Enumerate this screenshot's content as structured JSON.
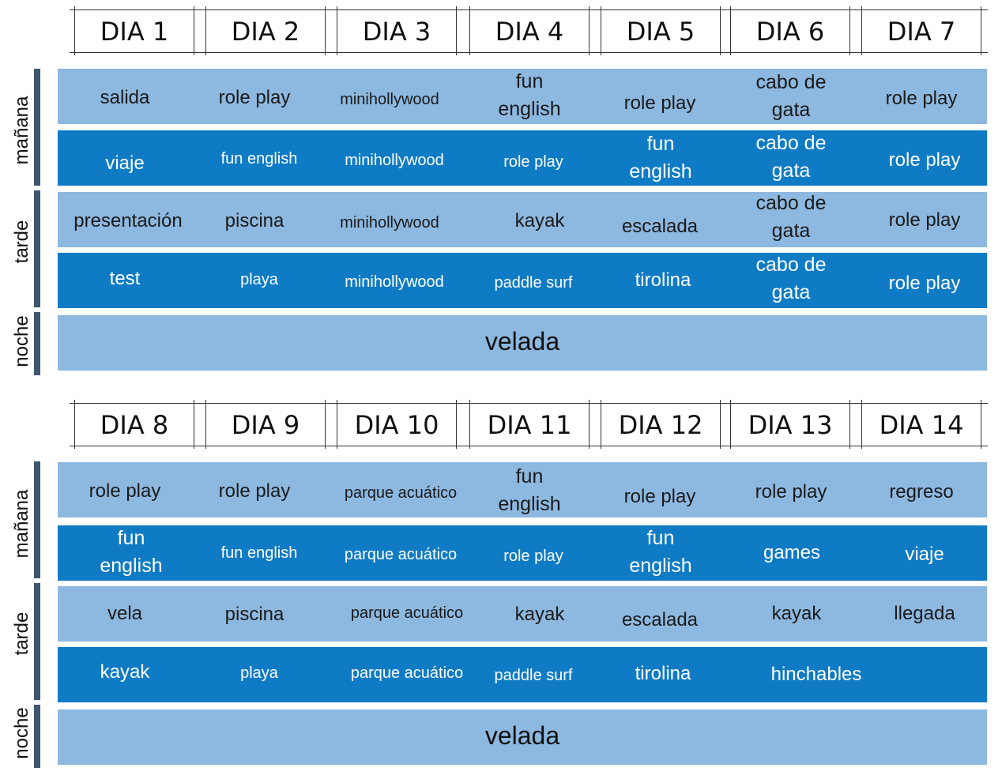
{
  "periods": {
    "morning": "mañana",
    "afternoon": "tarde",
    "night": "noche"
  },
  "weeks": [
    {
      "days": [
        "DIA 1",
        "DIA 2",
        "DIA 3",
        "DIA 4",
        "DIA 5",
        "DIA 6",
        "DIA 7"
      ],
      "rows": [
        [
          "salida",
          "role play",
          "minihollywood",
          "fun\nenglish",
          "role play",
          "cabo de\ngata",
          "role play"
        ],
        [
          "viaje",
          "fun english",
          "minihollywood",
          "role play",
          "fun\nenglish",
          "cabo de\ngata",
          "role play"
        ],
        [
          "presentación",
          "piscina",
          "minihollywood",
          "kayak",
          "escalada",
          "cabo de\ngata",
          "role play"
        ],
        [
          "test",
          "playa",
          "minihollywood",
          "paddle surf",
          "tirolina",
          "cabo de\ngata",
          "role play"
        ]
      ],
      "night": "velada"
    },
    {
      "days": [
        "DIA 8",
        "DIA 9",
        "DIA 10",
        "DIA 11",
        "DIA 12",
        "DIA 13",
        "DIA 14"
      ],
      "rows": [
        [
          "role play",
          "role play",
          "parque acuático",
          "fun\nenglish",
          "role play",
          "role play",
          "regreso"
        ],
        [
          "fun\nenglish",
          "fun english",
          "parque acuático",
          "role play",
          "fun\nenglish",
          "games",
          "viaje"
        ],
        [
          "vela",
          "piscina",
          "parque acuático",
          "kayak",
          "escalada",
          "kayak",
          "llegada"
        ],
        [
          "kayak",
          "playa",
          "parque acuático",
          "paddle surf",
          "tirolina",
          "hinchables",
          ""
        ]
      ],
      "night": "velada"
    }
  ],
  "colors": {
    "light_row": "#8db8e0",
    "dark_row": "#0f7bc4",
    "label_bar": "#3f5670"
  }
}
